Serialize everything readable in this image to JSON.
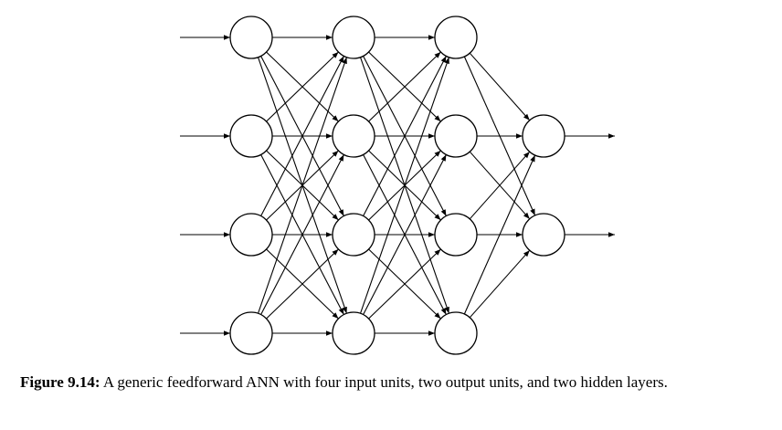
{
  "diagram": {
    "type": "feedforward-neural-network",
    "layers": [
      {
        "role": "input",
        "units": 4
      },
      {
        "role": "hidden",
        "units": 4
      },
      {
        "role": "hidden",
        "units": 4
      },
      {
        "role": "output",
        "units": 2
      }
    ],
    "fully_connected": true,
    "input_arrows": 4,
    "output_arrows": 2,
    "line_color": "#000000",
    "node_fill": "#ffffff"
  },
  "caption": {
    "label": "Figure 9.14:",
    "text": "A generic feedforward ANN with four input units, two output units, and two hidden layers."
  }
}
